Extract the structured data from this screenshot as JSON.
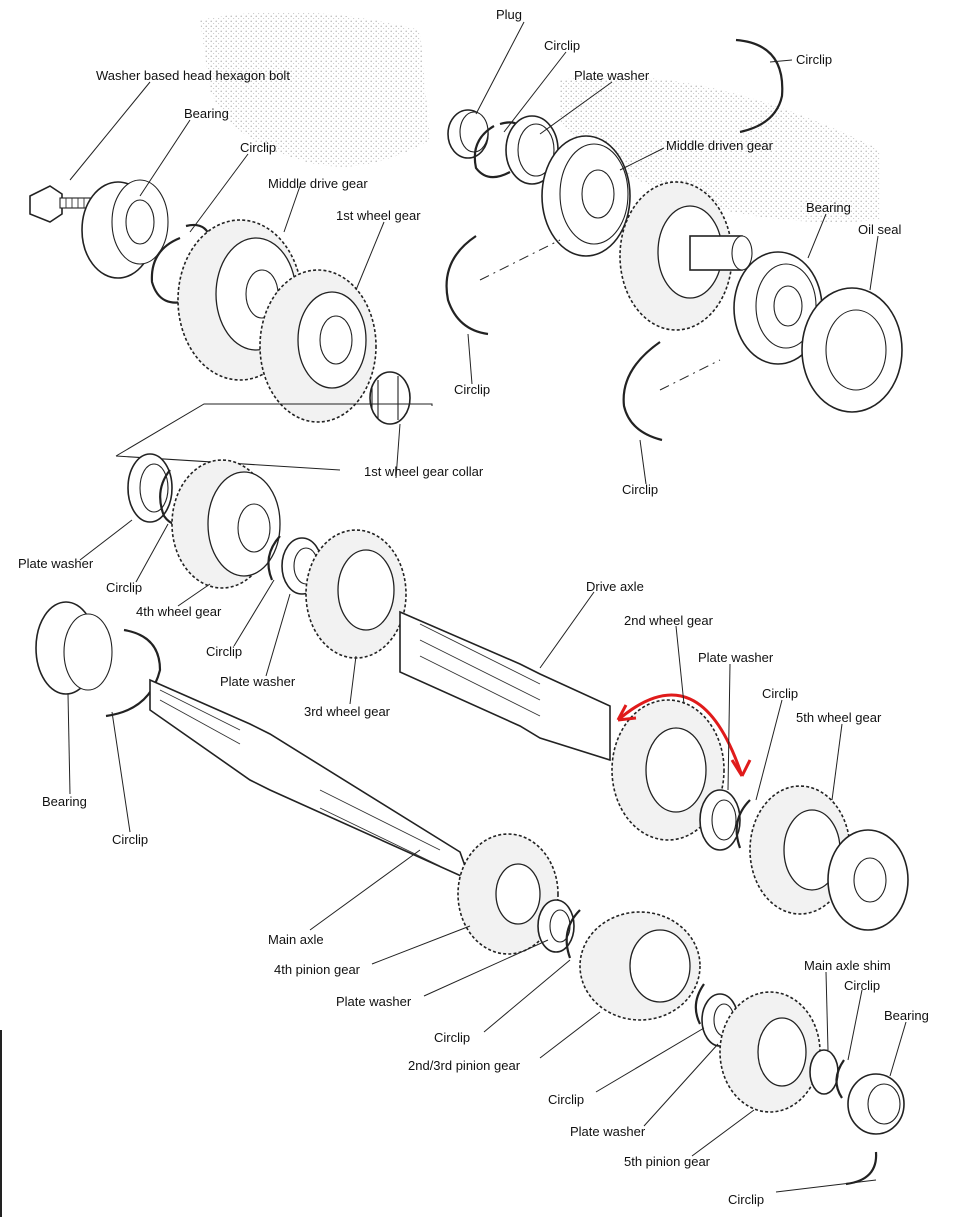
{
  "labels": {
    "plug": "Plug",
    "circlip_top": "Circlip",
    "plate_washer_top": "Plate washer",
    "circlip_top_right": "Circlip",
    "washer_bolt": "Washer based head  hexagon bolt",
    "bearing_top_left": "Bearing",
    "circlip_top_left": "Circlip",
    "middle_drive_gear": "Middle drive gear",
    "first_wheel_gear": "1st wheel gear",
    "middle_driven_gear": "Middle driven gear",
    "bearing_top_right": "Bearing",
    "oil_seal": "Oil seal",
    "circlip_mid_left": "Circlip",
    "circlip_mid_right": "Circlip",
    "first_wheel_gear_collar": "1st wheel gear collar",
    "plate_washer_left": "Plate washer",
    "circlip_left": "Circlip",
    "fourth_wheel_gear": "4th wheel gear",
    "drive_axle": "Drive axle",
    "circlip_center": "Circlip",
    "plate_washer_center": "Plate washer",
    "third_wheel_gear": "3rd wheel gear",
    "second_wheel_gear": "2nd wheel gear",
    "plate_washer_right": "Plate washer",
    "circlip_right": "Circlip",
    "fifth_wheel_gear": "5th wheel gear",
    "bearing_left": "Bearing",
    "circlip_bearing_left": "Circlip",
    "main_axle": "Main axle",
    "fourth_pinion_gear": "4th pinion gear",
    "plate_washer_lower": "Plate washer",
    "circlip_lower": "Circlip",
    "second_third_pinion_gear": "2nd/3rd pinion gear",
    "main_axle_shim": "Main axle shim",
    "circlip_shim": "Circlip",
    "bearing_lower_right": "Bearing",
    "circlip_bottom_center": "Circlip",
    "plate_washer_bottom": "Plate washer",
    "fifth_pinion_gear": "5th pinion gear",
    "circlip_bottom": "Circlip"
  },
  "colors": {
    "annotation_arrow": "#e01b1b",
    "line_art": "#222222"
  }
}
